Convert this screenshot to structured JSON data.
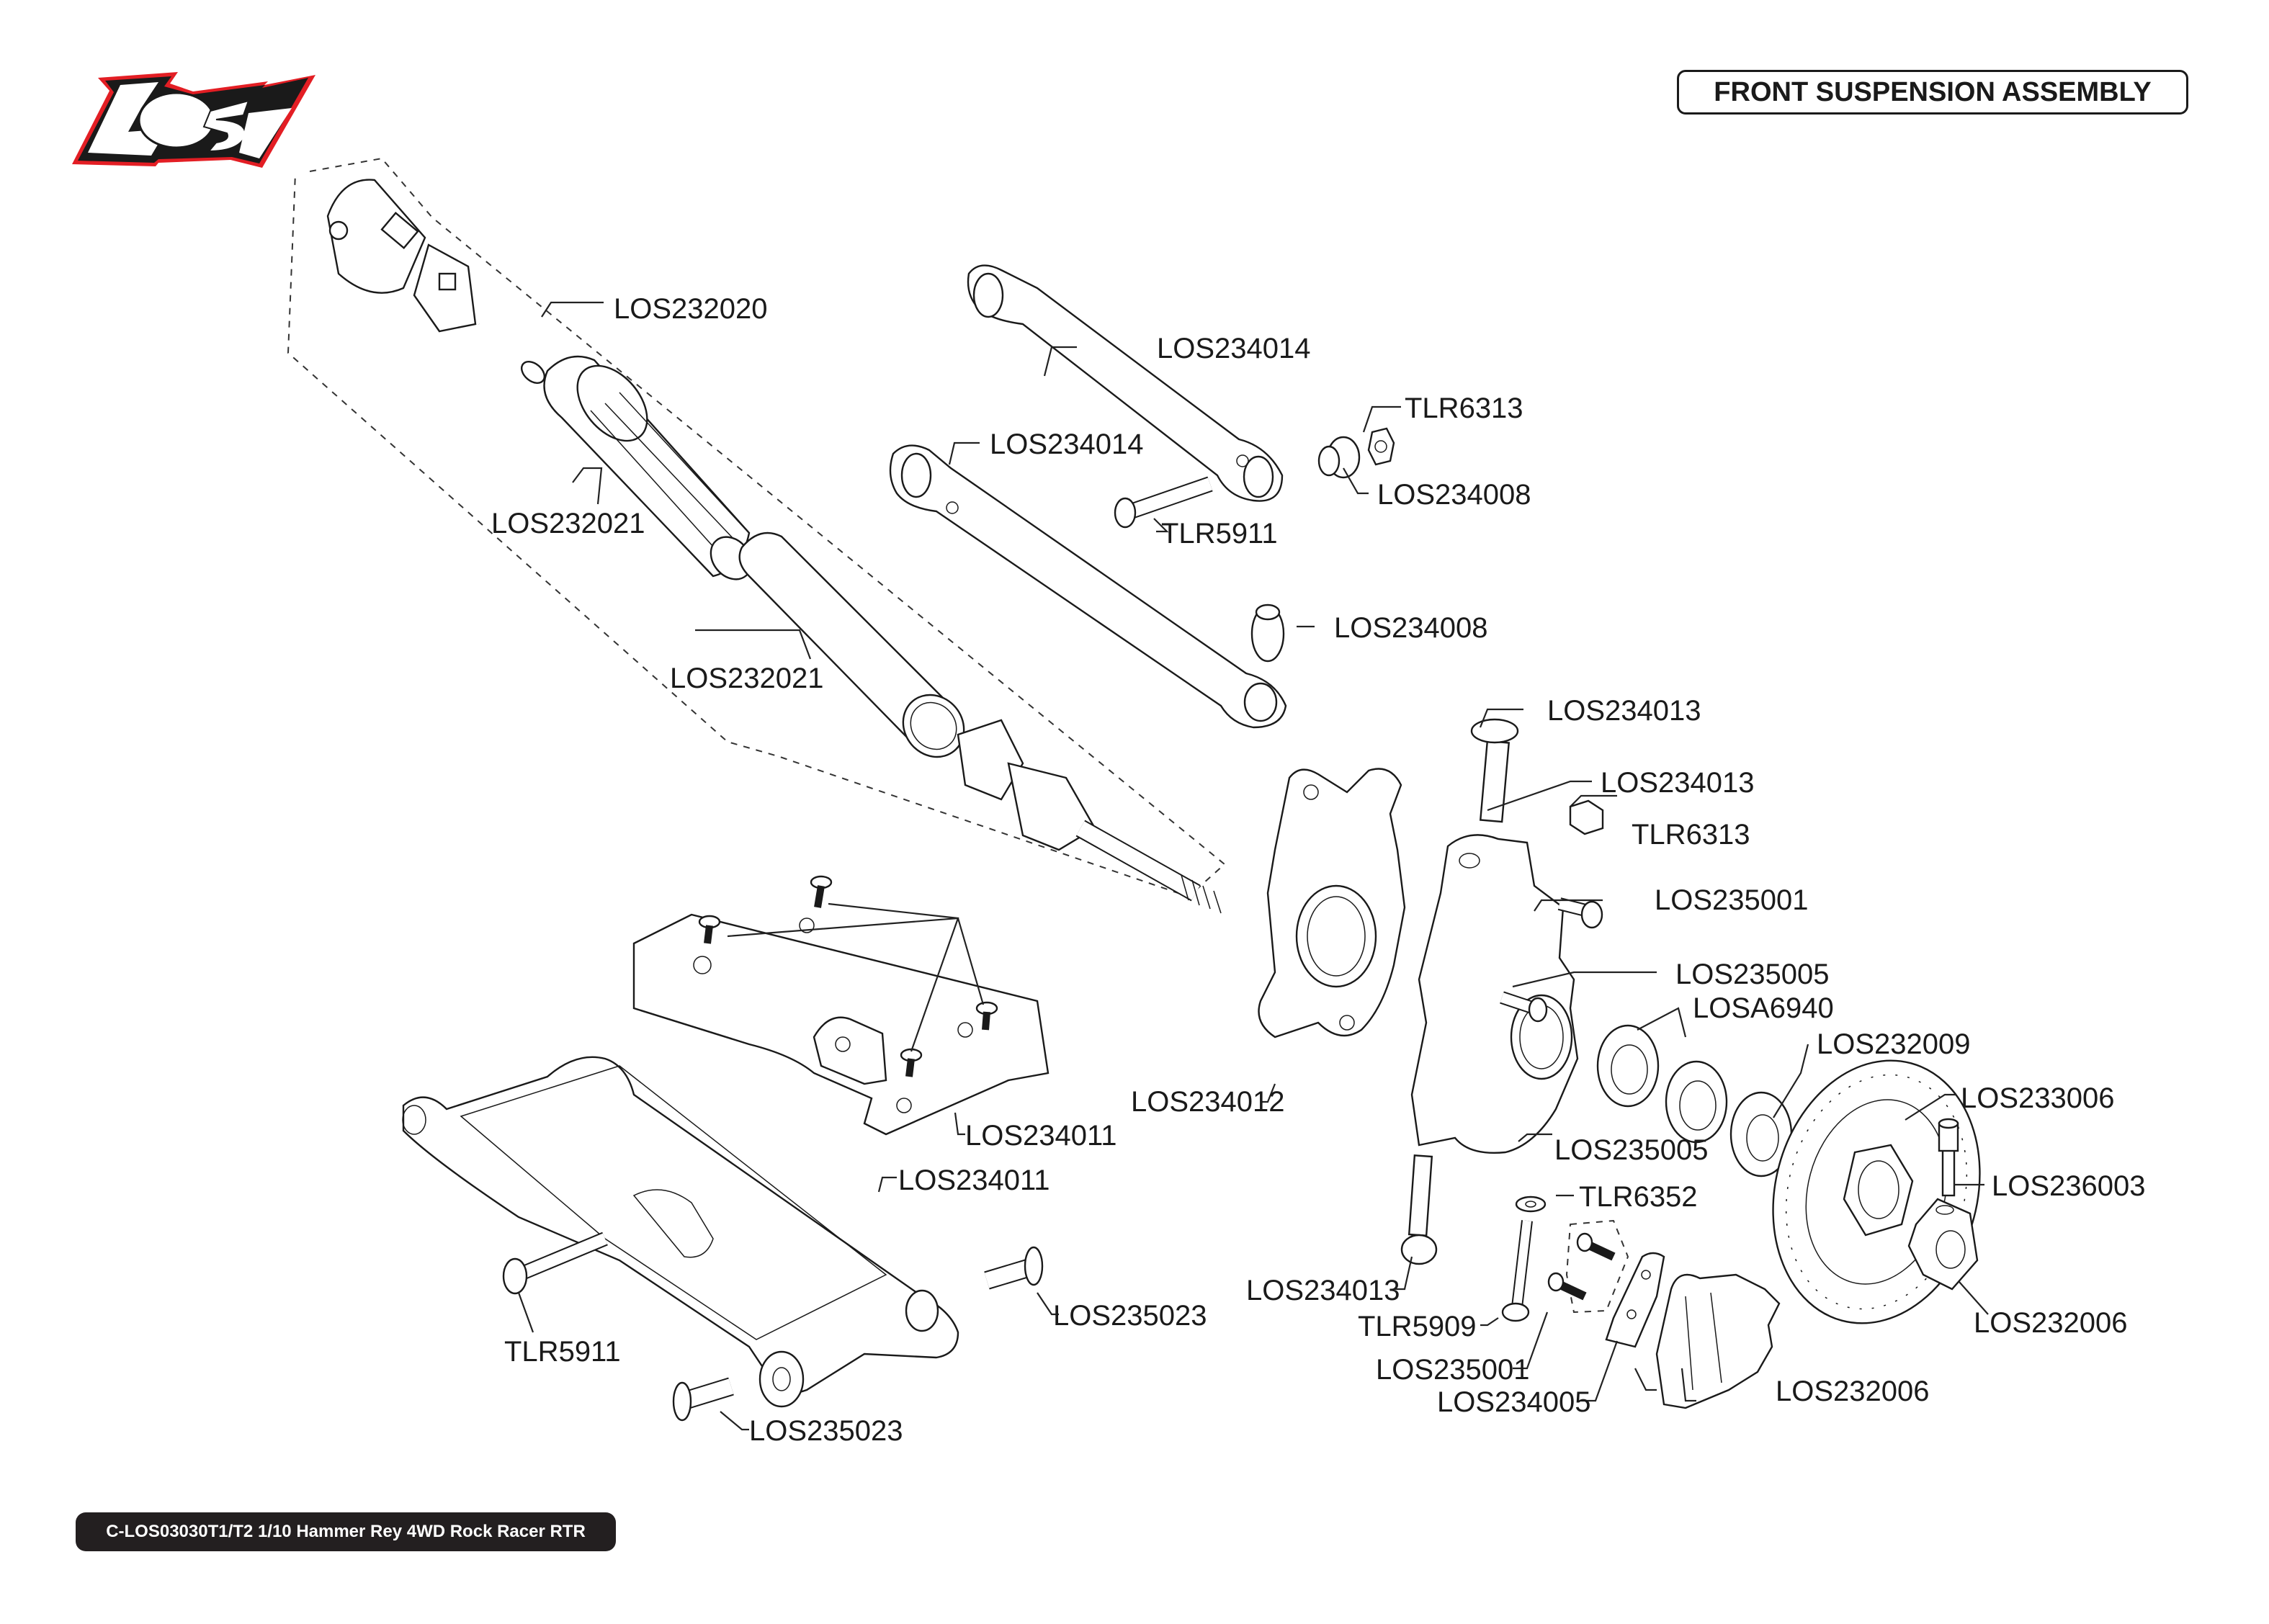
{
  "brand": {
    "logo_text": "LOSI",
    "colors": {
      "outline": "#e31e24",
      "fill": "#1a1a1a",
      "letters": "#ffffff"
    }
  },
  "header": {
    "title": "FRONT SUSPENSION ASSEMBLY"
  },
  "footer": {
    "model": "C-LOS03030T1/T2 1/10 Hammer Rey 4WD Rock Racer RTR"
  },
  "callouts": [
    {
      "id": "c1",
      "part": "LOS232020"
    },
    {
      "id": "c2",
      "part": "LOS232021"
    },
    {
      "id": "c3",
      "part": "LOS232021"
    },
    {
      "id": "c4",
      "part": "LOS234014"
    },
    {
      "id": "c5",
      "part": "LOS234014"
    },
    {
      "id": "c6",
      "part": "TLR6313"
    },
    {
      "id": "c7",
      "part": "LOS234008"
    },
    {
      "id": "c8",
      "part": "TLR5911"
    },
    {
      "id": "c9",
      "part": "LOS234008"
    },
    {
      "id": "c10",
      "part": "LOS234013"
    },
    {
      "id": "c11",
      "part": "LOS234013"
    },
    {
      "id": "c12",
      "part": "TLR6313"
    },
    {
      "id": "c13",
      "part": "LOS235001"
    },
    {
      "id": "c14",
      "part": "LOS235005"
    },
    {
      "id": "c15",
      "part": "LOSA6940"
    },
    {
      "id": "c16",
      "part": "LOS232009"
    },
    {
      "id": "c17",
      "part": "LOS233006"
    },
    {
      "id": "c18",
      "part": "LOS236003"
    },
    {
      "id": "c19",
      "part": "LOS234012"
    },
    {
      "id": "c20",
      "part": "LOS235005"
    },
    {
      "id": "c21",
      "part": "TLR6352"
    },
    {
      "id": "c22",
      "part": "LOS234013"
    },
    {
      "id": "c23",
      "part": "TLR5909"
    },
    {
      "id": "c24",
      "part": "LOS235001"
    },
    {
      "id": "c25",
      "part": "LOS234005"
    },
    {
      "id": "c26",
      "part": "LOS232006"
    },
    {
      "id": "c27",
      "part": "LOS232006"
    },
    {
      "id": "c28",
      "part": "LOS234011"
    },
    {
      "id": "c29",
      "part": "LOS234011"
    },
    {
      "id": "c30",
      "part": "TLR5911"
    },
    {
      "id": "c31",
      "part": "LOS235023"
    },
    {
      "id": "c32",
      "part": "LOS235023"
    }
  ]
}
